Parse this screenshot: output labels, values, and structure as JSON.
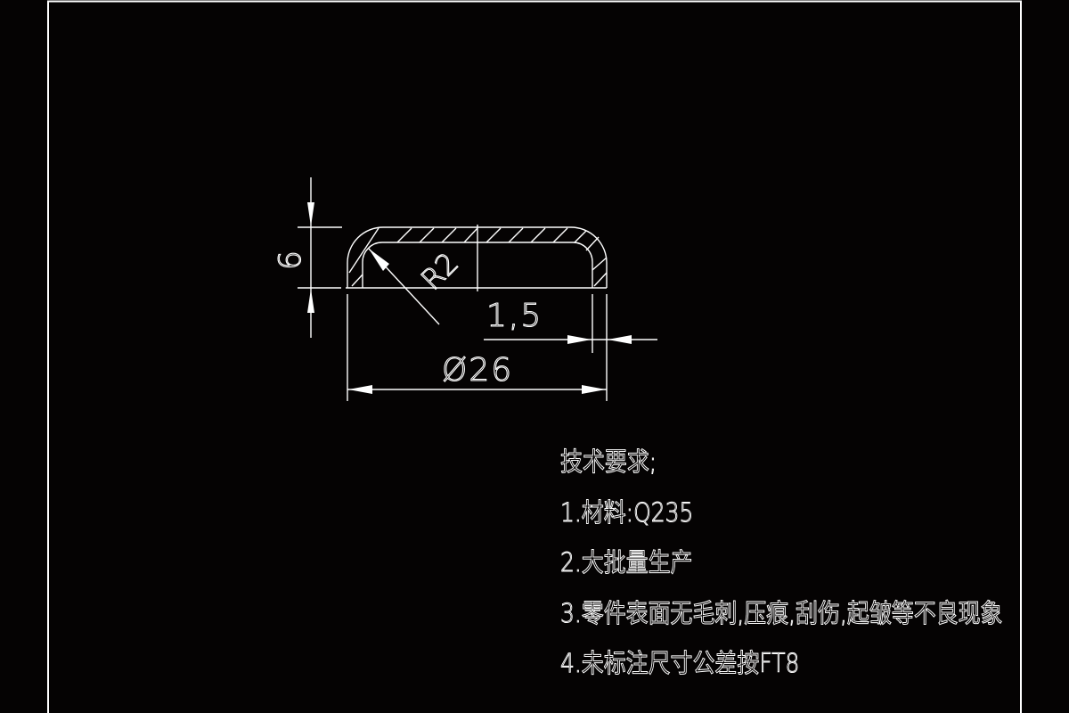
{
  "drawing": {
    "background_color": "#050303",
    "line_color": "#ffffff",
    "part": "flanged cap cross-section",
    "dimensions": {
      "height": "6",
      "radius": "R2",
      "thickness": "1,5",
      "diameter": "Ø26"
    }
  },
  "technical_requirements": {
    "title": "技术要求;",
    "items": [
      "1.材料:Q235",
      "2.大批量生产",
      "3.零件表面无毛刺,压痕,刮伤,起皱等不良现象",
      "4.未标注尺寸公差按FT8"
    ]
  }
}
